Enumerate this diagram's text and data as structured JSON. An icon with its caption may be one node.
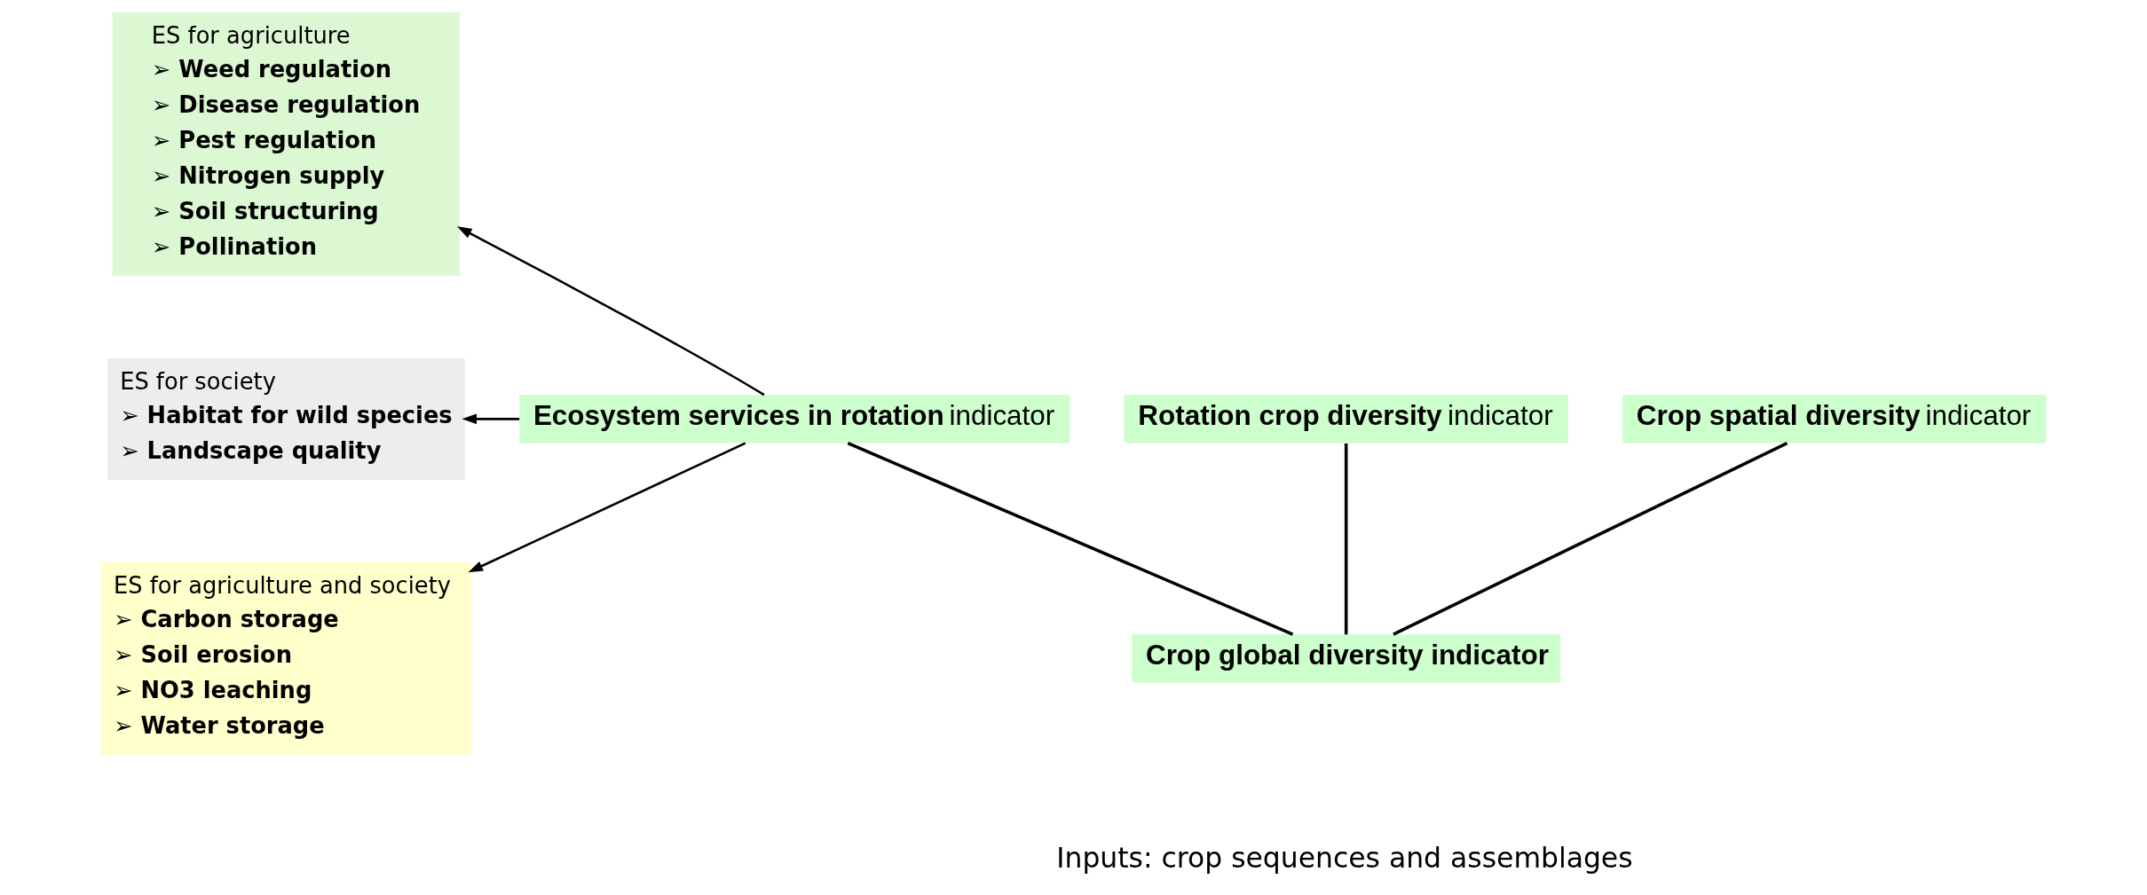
{
  "diagram": {
    "nodes": [
      {
        "text": [
          "ES for agriculture",
          "➢ Weed regulation",
          "➢ Disease regulation",
          "➢ Pest regulation",
          "➢ Nitrogen supply",
          "➢ Soil structuring",
          "➢ Pollination"
        ]
      },
      {
        "text": [
          "ES for society",
          "➢ Habitat for wild species",
          "➢ Landscape quality"
        ]
      },
      {
        "text": [
          "ES for agriculture and society",
          "➢ Carbon storage",
          "➢ Soil erosion",
          "➢ NO3 leaching",
          "➢ Water storage"
        ]
      },
      {
        "text": [
          "**Ecosystem services in rotation** indicator"
        ]
      },
      {
        "text": [
          "**Rotation crop diversity** indicator"
        ]
      },
      {
        "text": [
          "**Crop spatial diversity** indicator"
        ]
      },
      {
        "text": [
          "Crop global diversity indicator"
        ]
      }
    ],
    "edges": [
      {
        "from": 3,
        "to": 0,
        "arrow": "to"
      },
      {
        "from": 3,
        "to": 1,
        "arrow": "to"
      },
      {
        "from": 3,
        "to": 2,
        "arrow": "to"
      },
      {
        "from": 3,
        "to": 6,
        "arrow": "none"
      },
      {
        "from": 4,
        "to": 6,
        "arrow": "none"
      },
      {
        "from": 5,
        "to": 6,
        "arrow": "none"
      }
    ],
    "labels": [
      "Inputs: crop sequences and assemblages"
    ]
  }
}
